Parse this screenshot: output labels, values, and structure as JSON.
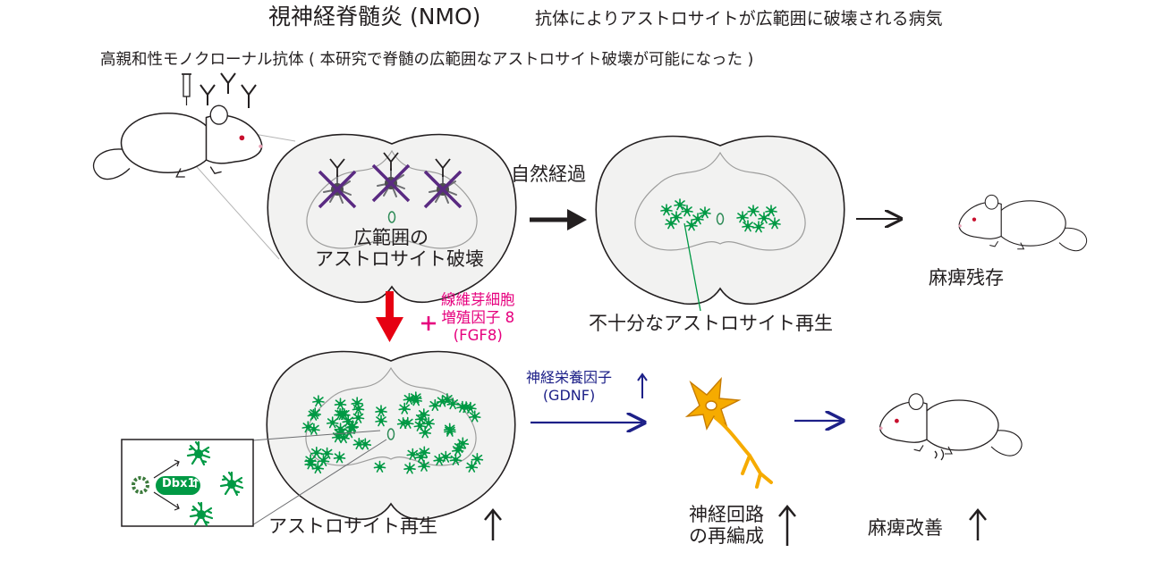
{
  "title": {
    "main": "視神経脊髄炎 (NMO)",
    "sub": "抗体によりアストロサイトが広範囲に破壊される病気"
  },
  "antibody_label": "高親和性モノクローナル抗体 ( 本研究で脊髄の広範囲なアストロサイト破壊が可能になった )",
  "labels": {
    "damage_line1": "広範囲の",
    "damage_line2": "アストロサイト破壊",
    "natural_course": "自然経過",
    "insufficient": "不十分なアストロサイト再生",
    "paralysis_remain": "麻痺残存",
    "fgf8_line1": "線維芽細胞",
    "fgf8_line2": "増殖因子 8",
    "fgf8_line3": "(FGF8)",
    "gdnf_line1": "神経栄養因子",
    "gdnf_line2": "(GDNF)",
    "regen": "アストロサイト再生",
    "circuit_line1": "神経回路",
    "circuit_line2": "の再編成",
    "improve": "麻痺改善",
    "dbx1": "Dbx1"
  },
  "colors": {
    "pink": "#e6007e",
    "red_arrow": "#e60012",
    "navy": "#1d2088",
    "astro_green": "#009944",
    "antibody_purple": "#5a2a82",
    "neuron_orange": "#f6ab00"
  },
  "icons": [
    "syringe-icon",
    "antibody-icon",
    "mouse-icon",
    "spinal-cord-icon",
    "astrocyte-icon",
    "neuron-icon",
    "up-arrow-icon",
    "right-arrow-icon",
    "down-arrow-icon",
    "plus-icon"
  ]
}
